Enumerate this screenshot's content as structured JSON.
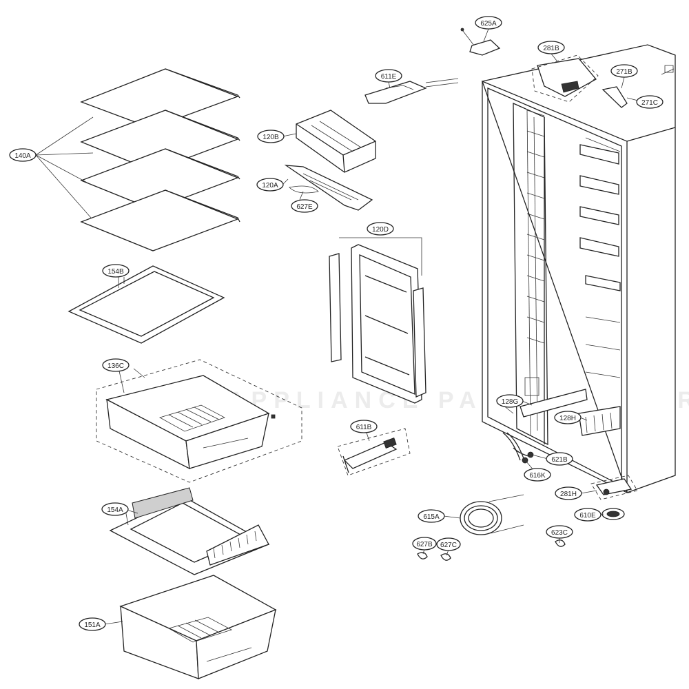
{
  "callouts": [
    {
      "id": "140A"
    },
    {
      "id": "154B"
    },
    {
      "id": "136C"
    },
    {
      "id": "154A"
    },
    {
      "id": "151A"
    },
    {
      "id": "120B"
    },
    {
      "id": "120A"
    },
    {
      "id": "627E"
    },
    {
      "id": "120D"
    },
    {
      "id": "611E"
    },
    {
      "id": "625A"
    },
    {
      "id": "281B"
    },
    {
      "id": "271B"
    },
    {
      "id": "271C"
    },
    {
      "id": "611B"
    },
    {
      "id": "128G"
    },
    {
      "id": "128H"
    },
    {
      "id": "621B"
    },
    {
      "id": "616K"
    },
    {
      "id": "281H"
    },
    {
      "id": "610E"
    },
    {
      "id": "615A"
    },
    {
      "id": "623C"
    },
    {
      "id": "627B"
    },
    {
      "id": "627C"
    }
  ],
  "watermark": "APPLIANCE PARTS VENTURE",
  "colors": {
    "line": "#222222",
    "label_border": "#333333",
    "background": "#ffffff"
  }
}
